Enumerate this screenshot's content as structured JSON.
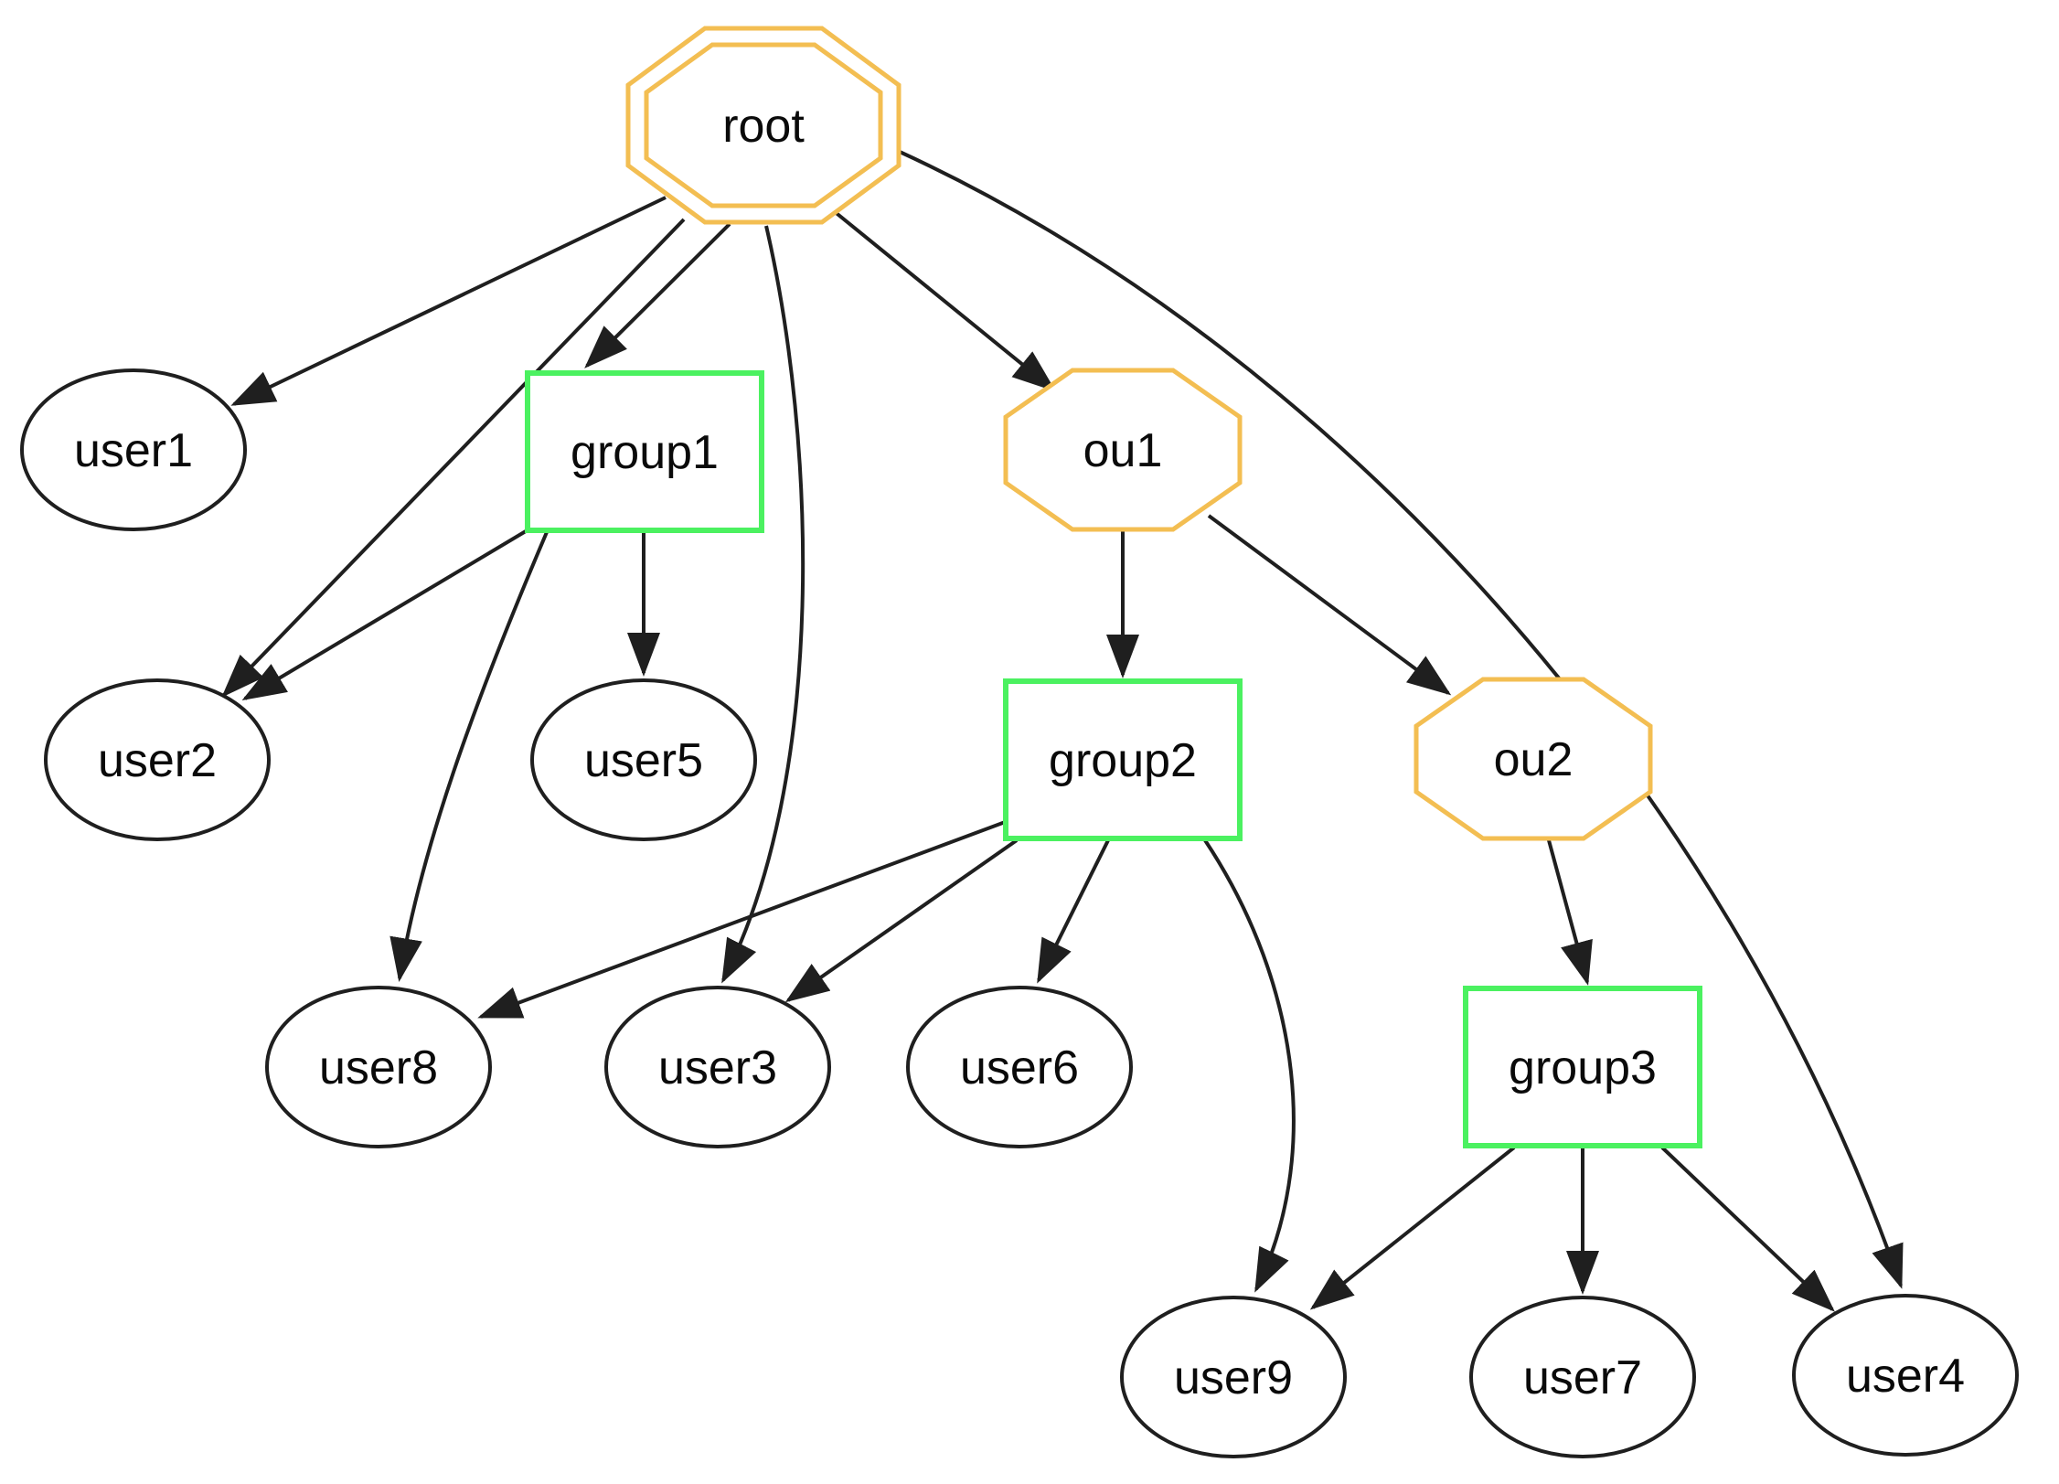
{
  "diagram": {
    "type": "directed-graph",
    "description": "Hierarchy graph of root, organizational units, groups and users",
    "colors": {
      "ou_border": "#F3BE52",
      "group_border": "#4BF160",
      "node_border": "#1f1f1f",
      "edge": "#1f1f1f",
      "label": "#0a0a0a",
      "background": "#ffffff"
    },
    "nodes": [
      {
        "id": "root",
        "shape": "doubleoctagon"
      },
      {
        "id": "user1",
        "shape": "ellipse"
      },
      {
        "id": "group1",
        "shape": "rect"
      },
      {
        "id": "ou1",
        "shape": "octagon"
      },
      {
        "id": "user2",
        "shape": "ellipse"
      },
      {
        "id": "user5",
        "shape": "ellipse"
      },
      {
        "id": "group2",
        "shape": "rect"
      },
      {
        "id": "ou2",
        "shape": "octagon"
      },
      {
        "id": "user8",
        "shape": "ellipse"
      },
      {
        "id": "user3",
        "shape": "ellipse"
      },
      {
        "id": "user6",
        "shape": "ellipse"
      },
      {
        "id": "group3",
        "shape": "rect"
      },
      {
        "id": "user9",
        "shape": "ellipse"
      },
      {
        "id": "user7",
        "shape": "ellipse"
      },
      {
        "id": "user4",
        "shape": "ellipse"
      }
    ],
    "edges": [
      [
        "root",
        "user1"
      ],
      [
        "root",
        "user2"
      ],
      [
        "root",
        "group1"
      ],
      [
        "root",
        "user3"
      ],
      [
        "root",
        "ou1"
      ],
      [
        "root",
        "user4"
      ],
      [
        "group1",
        "user2"
      ],
      [
        "group1",
        "user5"
      ],
      [
        "group1",
        "user8"
      ],
      [
        "ou1",
        "group2"
      ],
      [
        "ou1",
        "ou2"
      ],
      [
        "group2",
        "user8"
      ],
      [
        "group2",
        "user3"
      ],
      [
        "group2",
        "user6"
      ],
      [
        "group2",
        "user9"
      ],
      [
        "ou2",
        "group3"
      ],
      [
        "group3",
        "user9"
      ],
      [
        "group3",
        "user7"
      ],
      [
        "group3",
        "user4"
      ]
    ]
  },
  "labels": {
    "root": "root",
    "user1": "user1",
    "user2": "user2",
    "user3": "user3",
    "user4": "user4",
    "user5": "user5",
    "user6": "user6",
    "user7": "user7",
    "user8": "user8",
    "user9": "user9",
    "group1": "group1",
    "group2": "group2",
    "group3": "group3",
    "ou1": "ou1",
    "ou2": "ou2"
  }
}
